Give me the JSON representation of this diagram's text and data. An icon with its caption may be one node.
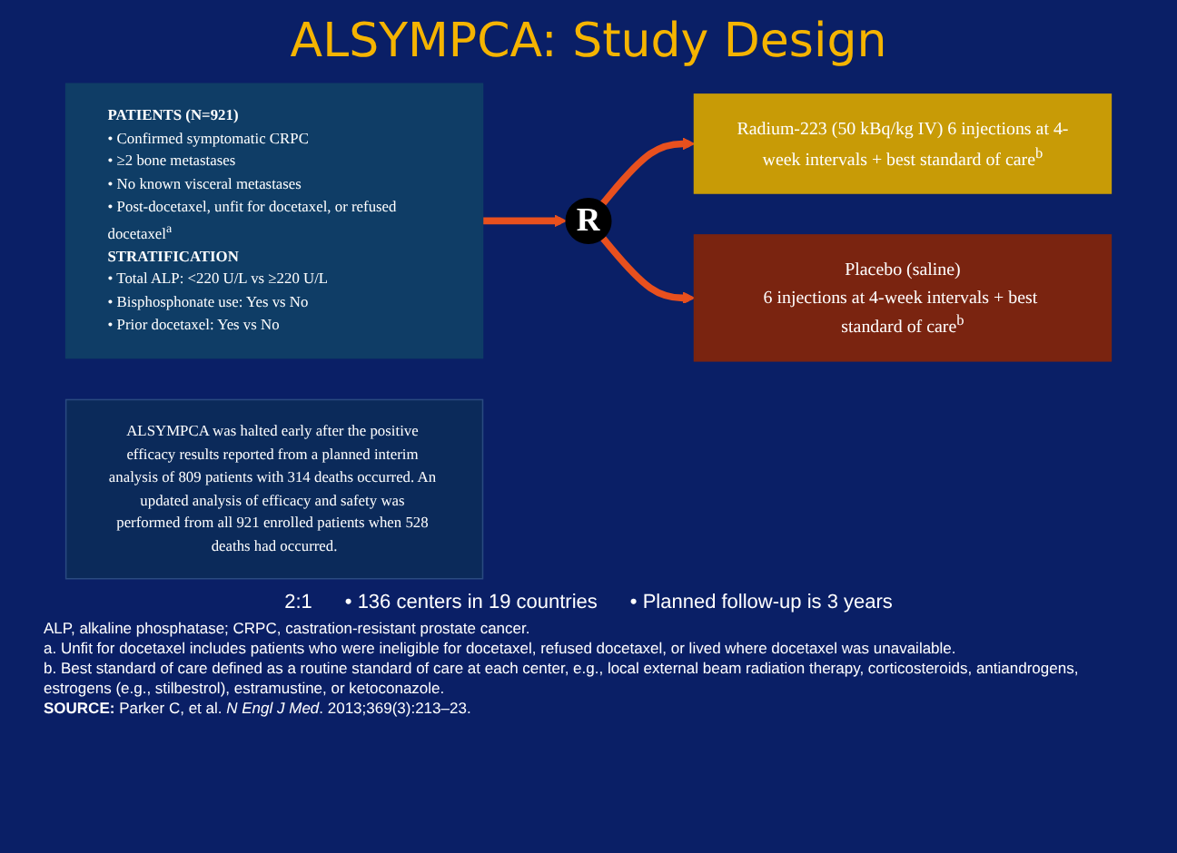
{
  "diagram": {
    "title": "ALSYMPCA: Study Design",
    "nodes": [
      {
        "text": [
          "PATIENTS (N=921)",
          "• Confirmed symptomatic CRPC",
          "• ≥2 bone metastases",
          "• No known visceral metastases",
          "• Post-docetaxel, unfit for docetaxel, or refused docetaxel$^{a}$",
          "STRATIFICATION",
          "• Total ALP: <220 U/L vs ≥220 U/L",
          "• Bisphosphonate use: Yes vs No",
          "• Prior docetaxel: Yes vs No"
        ]
      },
      {
        "text": [
          "R"
        ]
      },
      {
        "text": [
          "Radium-223 (50 kBq/kg IV) 6 injections at 4-week intervals + best standard of care$^{b}$"
        ]
      },
      {
        "text": [
          "Placebo (saline)",
          "6 injections at 4-week intervals + best standard of care$^{b}$"
        ]
      },
      {
        "text": [
          "ALSYMPCA was halted early after the positive efficacy results reported from a planned interim analysis of 809 patients with 314 deaths occurred. An updated analysis of efficacy and safety was performed from all 921 enrolled patients when 528 deaths had occurred."
        ]
      }
    ],
    "edges": [
      {
        "from": 0,
        "to": 1,
        "arrow": "to"
      },
      {
        "from": 1,
        "to": 2,
        "arrow": "to"
      },
      {
        "from": 1,
        "to": 3,
        "arrow": "to"
      }
    ],
    "labels": [
      "2:1",
      "• 136 centers in 19 countries",
      "• Planned follow-up is 3 years",
      "ALP, alkaline phosphatase; CRPC, castration-resistant prostate cancer.",
      "a. Unfit for docetaxel includes patients who were ineligible for docetaxel, refused docetaxel, or lived where docetaxel was unavailable.",
      "b. Best standard of care defined as a routine standard of care at each center, e.g., local external beam radiation therapy, corticosteroids, antiandrogens, estrogens (e.g., stilbestrol), estramustine, or ketoconazole.",
      "**SOURCE:** Parker C, et al. *N Engl J Med*. 2013;369(3):213–23."
    ]
  }
}
